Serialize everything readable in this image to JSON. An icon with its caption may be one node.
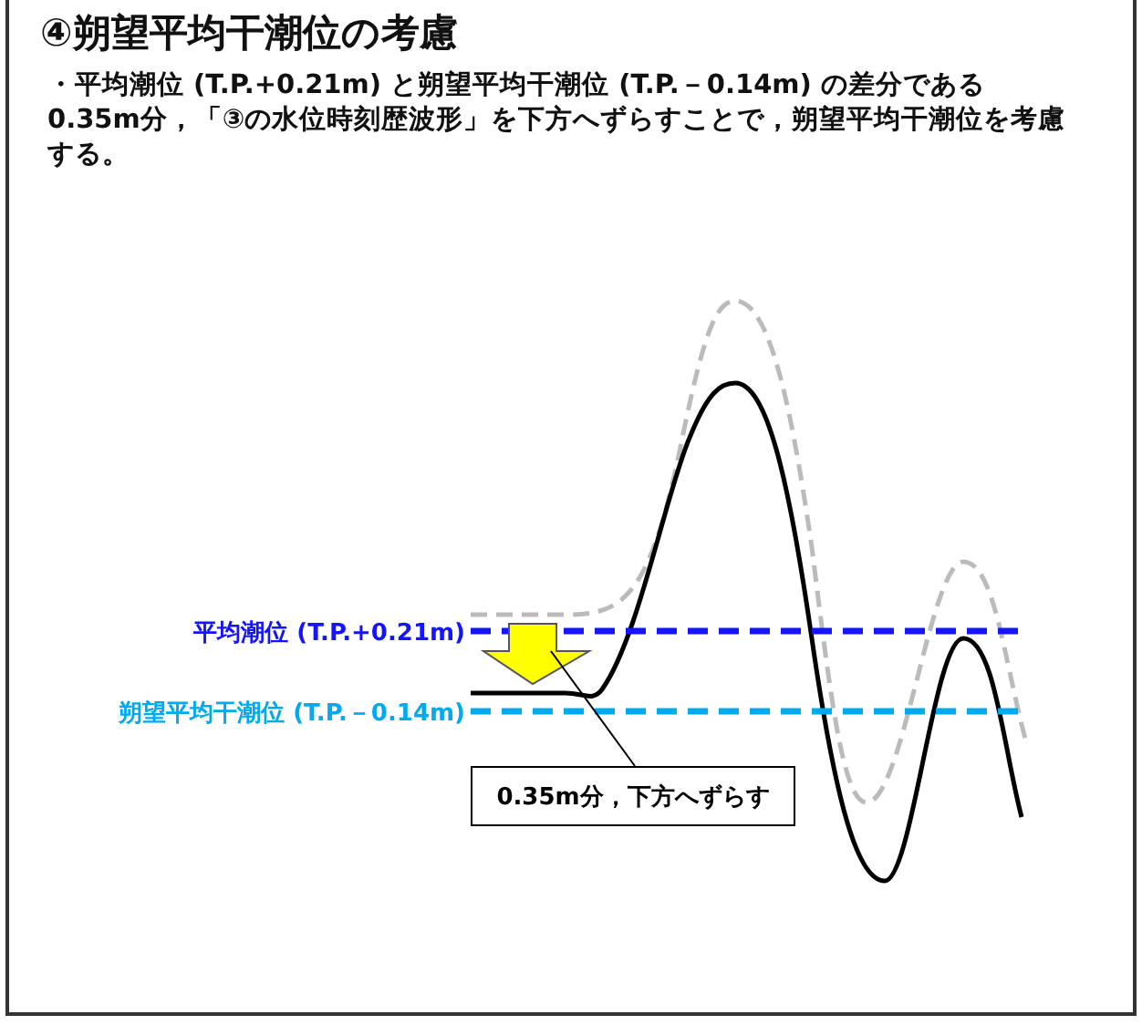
{
  "diagram": {
    "title": "④朔望平均干潮位の考慮",
    "nodes": [
      {
        "text": [
          "0.35m分，下方へずらす"
        ]
      },
      {
        "text": [],
        "shape": "arrow"
      }
    ],
    "edges": [
      {
        "from": 0,
        "to": 1,
        "arrow": "none"
      }
    ],
    "labels": [
      "・平均潮位 (T.P.+0.21m) と朔望平均干潮位 (T.P.－0.14m) の差分である0.35m分，「③の水位時刻歴波形」を下方へずらすことで，朔望平均干潮位を考慮する。",
      "平均潮位 (T.P.+0.21m)",
      "朔望平均干潮位 (T.P.－0.14m)"
    ]
  }
}
